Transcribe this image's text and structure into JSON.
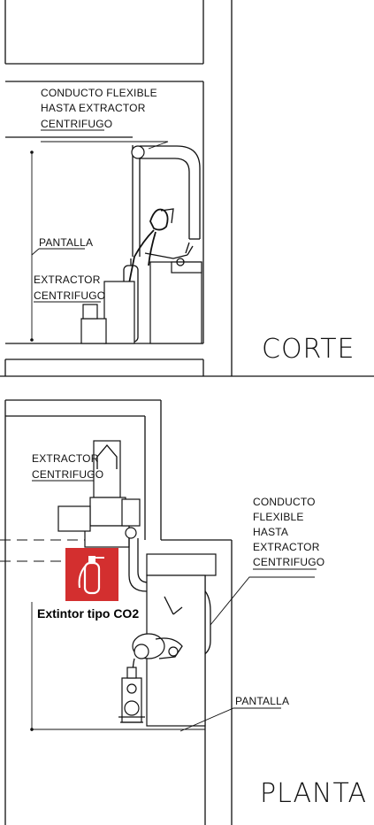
{
  "section": {
    "title": "CORTE",
    "label_duct": [
      "CONDUCTO FLEXIBLE",
      "HASTA EXTRACTOR",
      "CENTRIFUGO"
    ],
    "label_screen": "PANTALLA",
    "label_extractor": [
      "EXTRACTOR",
      "CENTRIFUGO"
    ]
  },
  "plan": {
    "title": "PLANTA",
    "label_extractor": [
      "EXTRACTOR",
      "CENTRIFUGO"
    ],
    "label_duct": [
      "CONDUCTO",
      "FLEXIBLE",
      "HASTA",
      "EXTRACTOR",
      "CENTRIFUGO"
    ],
    "label_screen": "PANTALLA",
    "extinguisher_label": "Extintor tipo CO2"
  },
  "colors": {
    "line": "#111111",
    "extinguisher_bg": "#d32f2f",
    "background": "#ffffff"
  },
  "icons": [
    "fire-extinguisher-icon",
    "up-arrow-icon"
  ]
}
